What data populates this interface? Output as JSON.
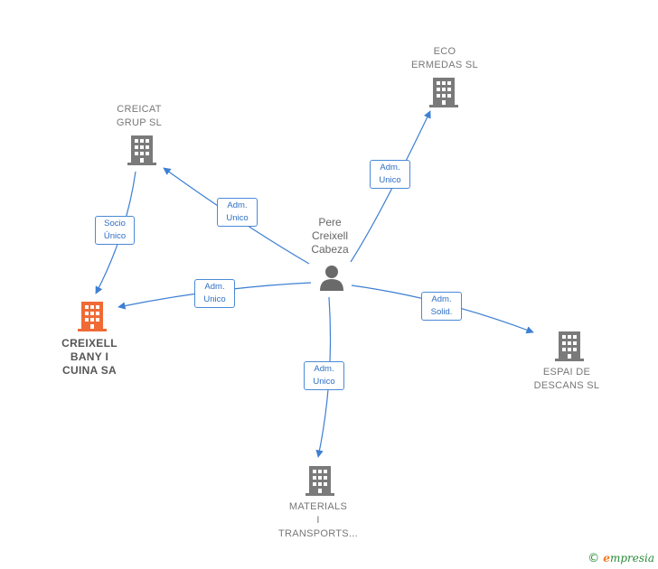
{
  "person": {
    "name": "Pere\nCreixell\nCabeza"
  },
  "companies": {
    "creicat": {
      "name": "CREICAT\nGRUP  SL"
    },
    "eco": {
      "name": "ECO\nERMEDAS  SL"
    },
    "creixell": {
      "name": "CREIXELL\nBANY I\nCUINA SA"
    },
    "espai": {
      "name": "ESPAI DE\nDESCANS  SL"
    },
    "materials": {
      "name": "MATERIALS\nI\nTRANSPORTS..."
    }
  },
  "edges": {
    "to_creicat": "Adm.\nUnico",
    "to_eco": "Adm.\nUnico",
    "to_creixell": "Adm.\nUnico",
    "to_espai": "Adm.\nSolid.",
    "to_materials": "Adm.\nUnico",
    "creicat_creixell": "Socio\nÚnico"
  },
  "footer": {
    "copyright": "©",
    "brand_first": "e",
    "brand_rest": "mpresia"
  },
  "colors": {
    "edge": "#3d7fd3",
    "building": "#7a7a7a",
    "focus_building": "#f06a35",
    "person": "#6a6a6a"
  }
}
